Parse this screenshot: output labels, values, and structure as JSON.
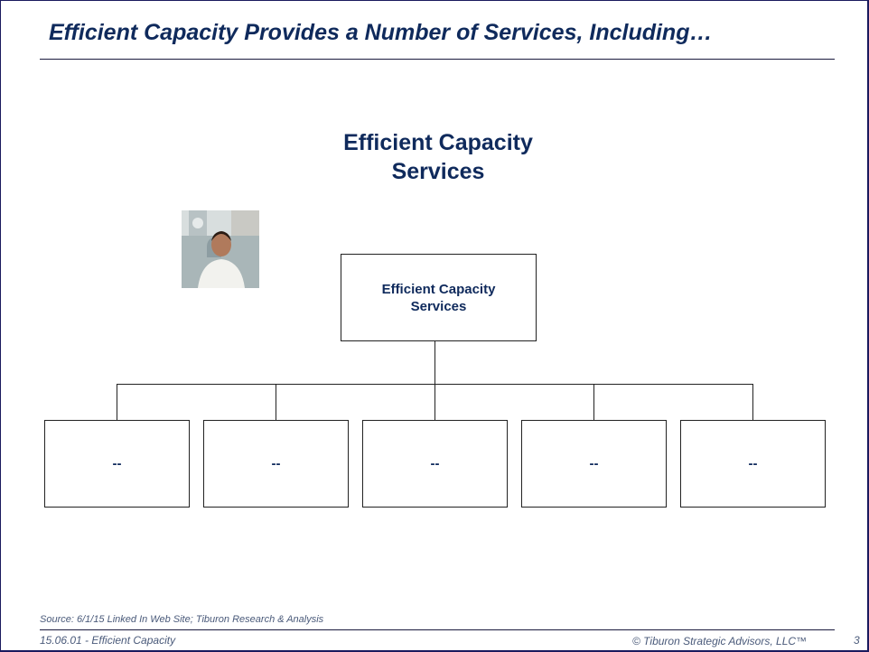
{
  "slide_title": "Efficient Capacity Provides a Number of Services, Including…",
  "heading": {
    "line1": "Efficient Capacity",
    "line2": "Services"
  },
  "org_chart": {
    "root": {
      "line1": "Efficient Capacity",
      "line2": "Services"
    },
    "children": [
      "--",
      "--",
      "--",
      "--",
      "--"
    ]
  },
  "footer": {
    "source": "Source:  6/1/15 Linked In Web Site; Tiburon Research & Analysis",
    "doc_id": "15.06.01 - Efficient Capacity",
    "copyright": "© Tiburon Strategic Advisors, LLC™",
    "page_number": "3"
  }
}
